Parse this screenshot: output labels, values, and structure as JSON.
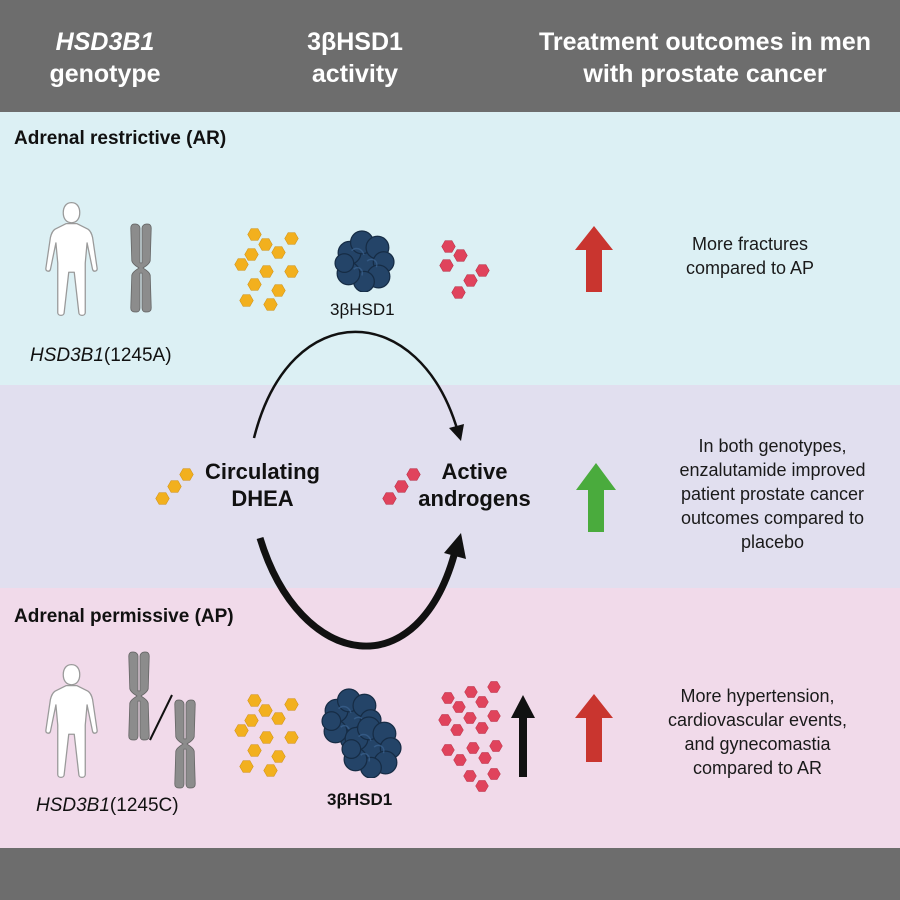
{
  "header": {
    "col1": {
      "line1": "HSD3B1",
      "line2": "genotype"
    },
    "col2": {
      "line1": "3βHSD1",
      "line2": "activity"
    },
    "col3": {
      "line1": "Treatment outcomes in men",
      "line2": "with prostate cancer"
    }
  },
  "ar": {
    "title": "Adrenal restrictive (AR)",
    "genotype_gene": "HSD3B1",
    "genotype_allele": "(1245A)",
    "enzyme_label": "3βHSD1",
    "outcome": [
      "More fractures",
      "compared to AP"
    ]
  },
  "middle": {
    "source_label": [
      "Circulating",
      "DHEA"
    ],
    "product_label": [
      "Active",
      "androgens"
    ],
    "outcome": [
      "In both genotypes,",
      "enzalutamide improved",
      "patient prostate cancer",
      "outcomes compared to",
      "placebo"
    ]
  },
  "ap": {
    "title": "Adrenal permissive (AP)",
    "genotype_gene": "HSD3B1",
    "genotype_allele": "(1245C)",
    "enzyme_label": "3βHSD1",
    "outcome": [
      "More hypertension,",
      "cardiovascular events,",
      "and gynecomastia",
      "compared to AR"
    ]
  },
  "colors": {
    "header_bg": "#6d6d6d",
    "ar_band": "#dcf0f4",
    "middle_band": "#e1dfef",
    "ap_band": "#f1daea",
    "dhea_hexagon": "#f2b01e",
    "androgen_hexagon": "#e0435c",
    "enzyme": "#244468",
    "arrow_up_red": "#c9352f",
    "arrow_up_green": "#4aab3d"
  },
  "icons": {
    "human": "human-outline-icon",
    "chromosome": "chromosome-icon",
    "dhea": "dhea-molecule-icon",
    "androgen": "androgen-molecule-icon",
    "enzyme": "enzyme-protein-icon"
  }
}
